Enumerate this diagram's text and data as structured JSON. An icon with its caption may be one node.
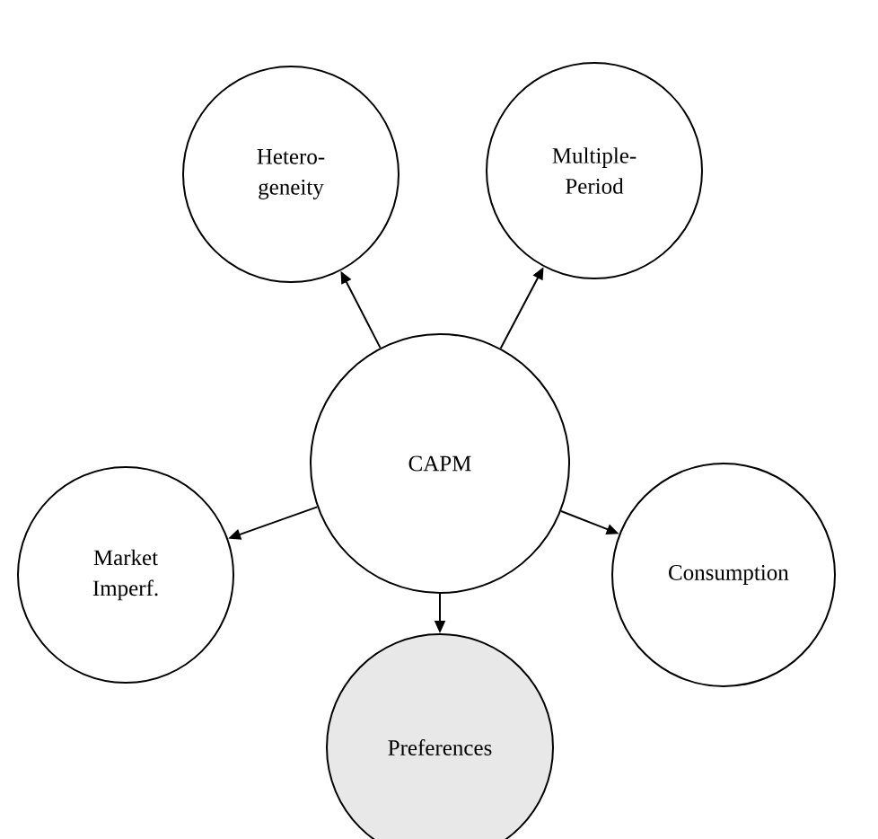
{
  "diagram": {
    "nodes": [
      {
        "text": [
          "CAPM"
        ]
      },
      {
        "text": [
          "Hetero- geneity"
        ]
      },
      {
        "text": [
          "Multiple- Period"
        ]
      },
      {
        "text": [
          "Market Imperf."
        ]
      },
      {
        "text": [
          "Consumption"
        ]
      },
      {
        "text": [
          "Preferences"
        ]
      }
    ],
    "edges": [
      {
        "from": 0,
        "to": 1,
        "arrow": "to"
      },
      {
        "from": 0,
        "to": 2,
        "arrow": "to"
      },
      {
        "from": 0,
        "to": 3,
        "arrow": "to"
      },
      {
        "from": 0,
        "to": 4,
        "arrow": "to"
      },
      {
        "from": 0,
        "to": 5,
        "arrow": "to"
      }
    ]
  }
}
